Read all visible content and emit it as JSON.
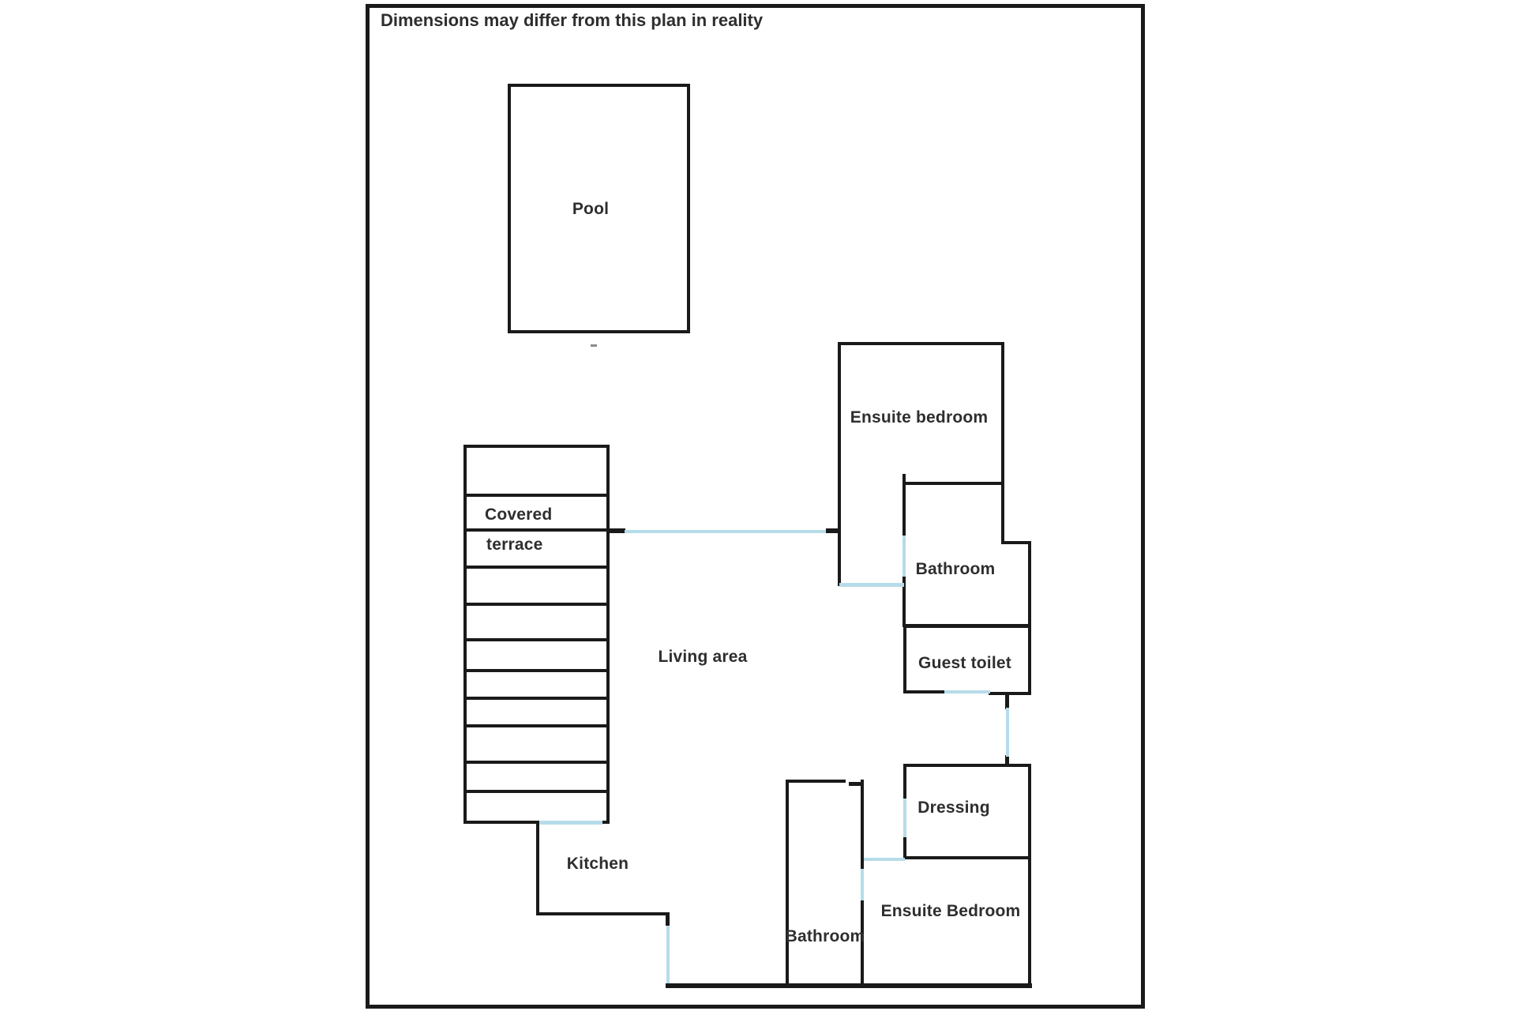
{
  "disclaimer": "Dimensions may differ from this plan in reality",
  "colors": {
    "wall": "#1a1a1a",
    "door": "#b6dce9",
    "text": "#2e2e2e",
    "bg": "#ffffff"
  },
  "rooms": {
    "pool": "Pool",
    "covered_terrace": {
      "line1": "Covered",
      "line2": "terrace"
    },
    "living_area": "Living area",
    "kitchen": "Kitchen",
    "ensuite_bedroom_top": "Ensuite bedroom",
    "bathroom_top": "Bathroom",
    "guest_toilet": "Guest toilet",
    "dressing": "Dressing",
    "ensuite_bedroom_bottom": "Ensuite Bedroom",
    "bathroom_bottom": "Bathroom"
  }
}
